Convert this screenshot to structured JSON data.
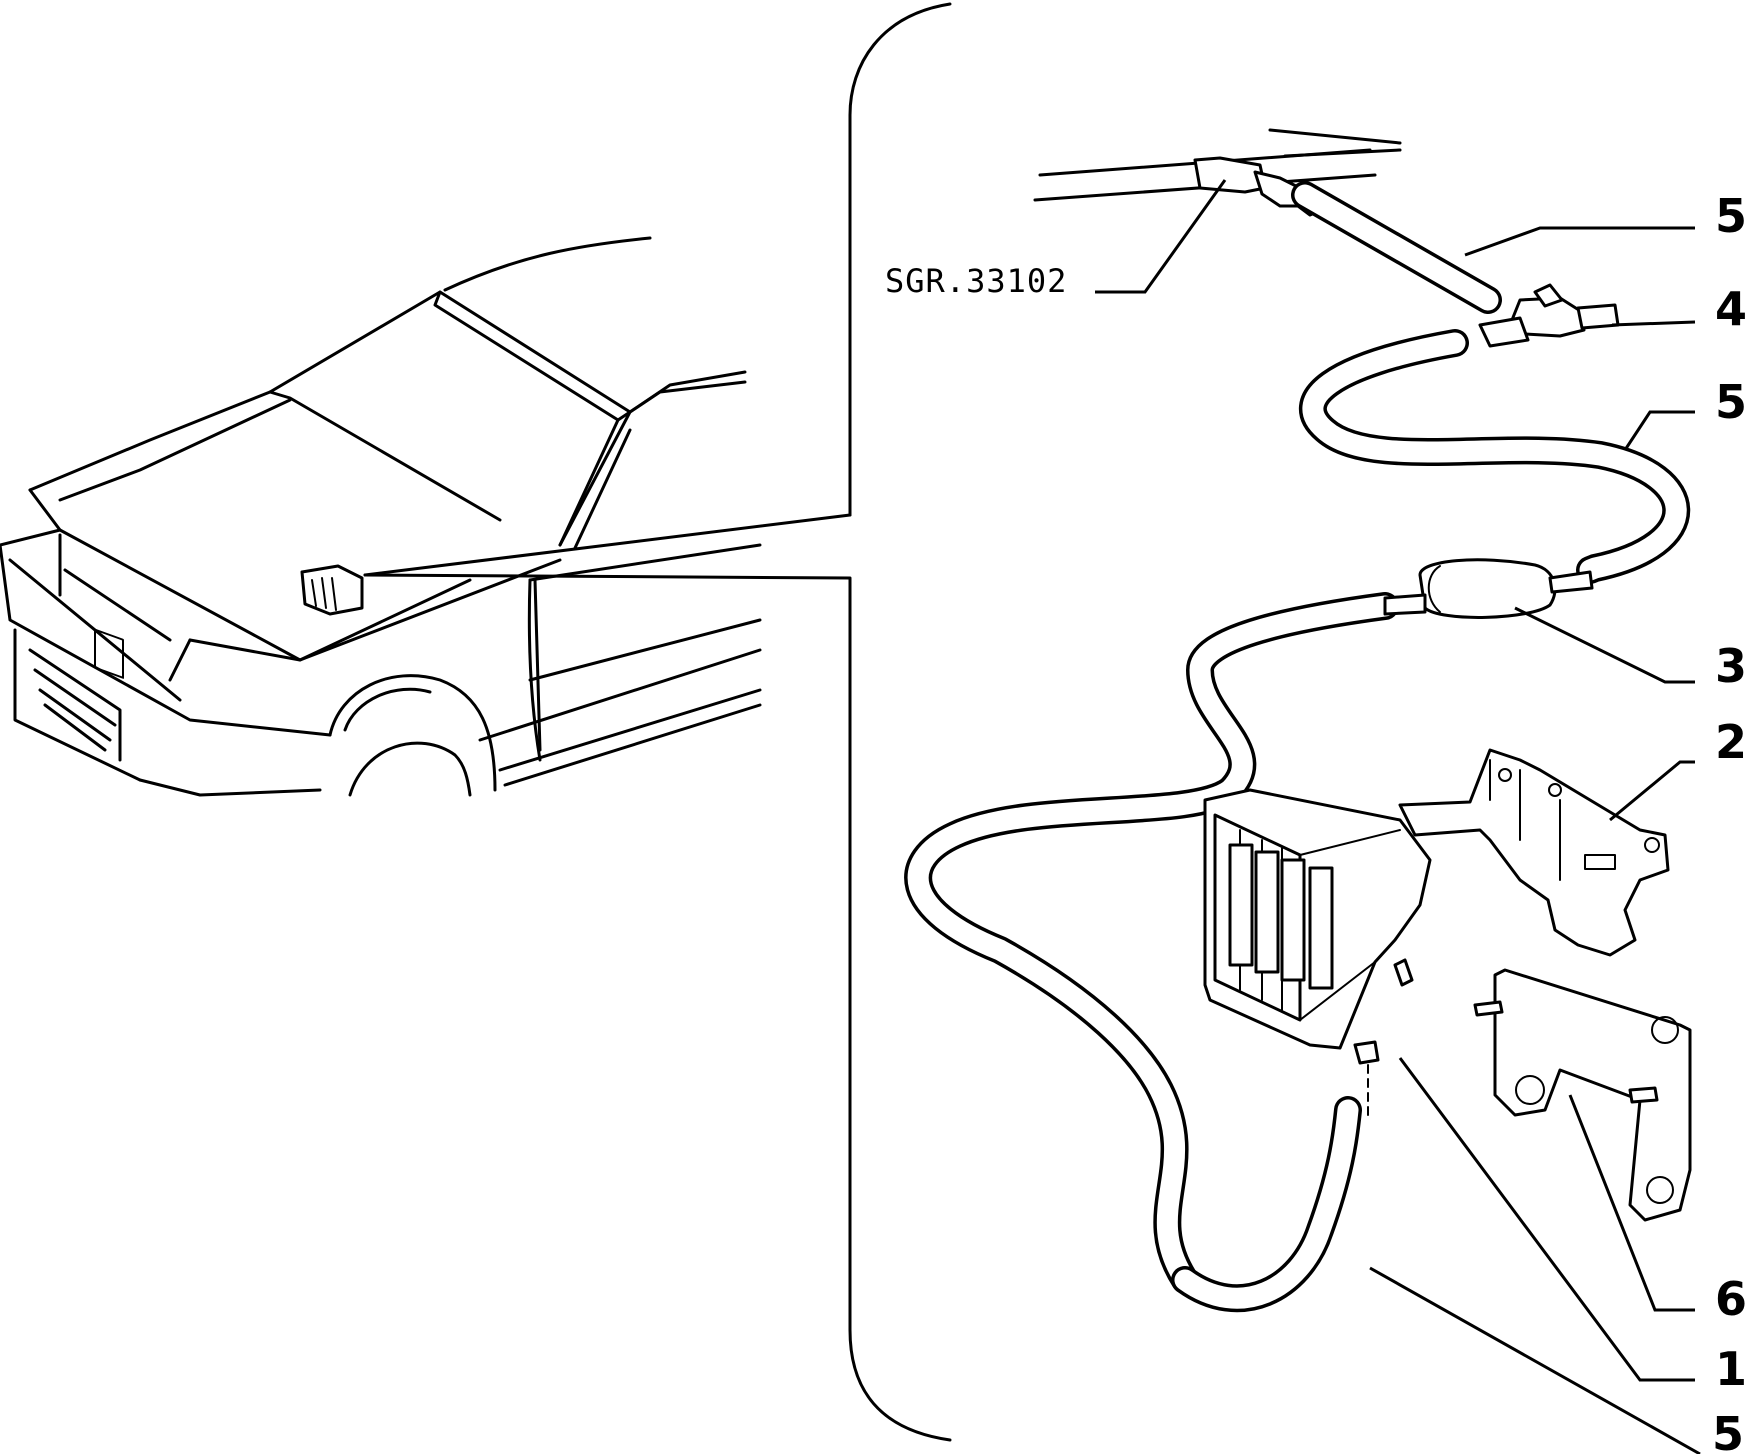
{
  "diagram": {
    "reference_code": "SGR.33102",
    "callouts": [
      {
        "id": "callout-5-top",
        "label": "5"
      },
      {
        "id": "callout-4",
        "label": "4"
      },
      {
        "id": "callout-5-mid",
        "label": "5"
      },
      {
        "id": "callout-3",
        "label": "3"
      },
      {
        "id": "callout-2",
        "label": "2"
      },
      {
        "id": "callout-6",
        "label": "6"
      },
      {
        "id": "callout-1",
        "label": "1"
      },
      {
        "id": "callout-5-bottom",
        "label": "5"
      }
    ]
  }
}
